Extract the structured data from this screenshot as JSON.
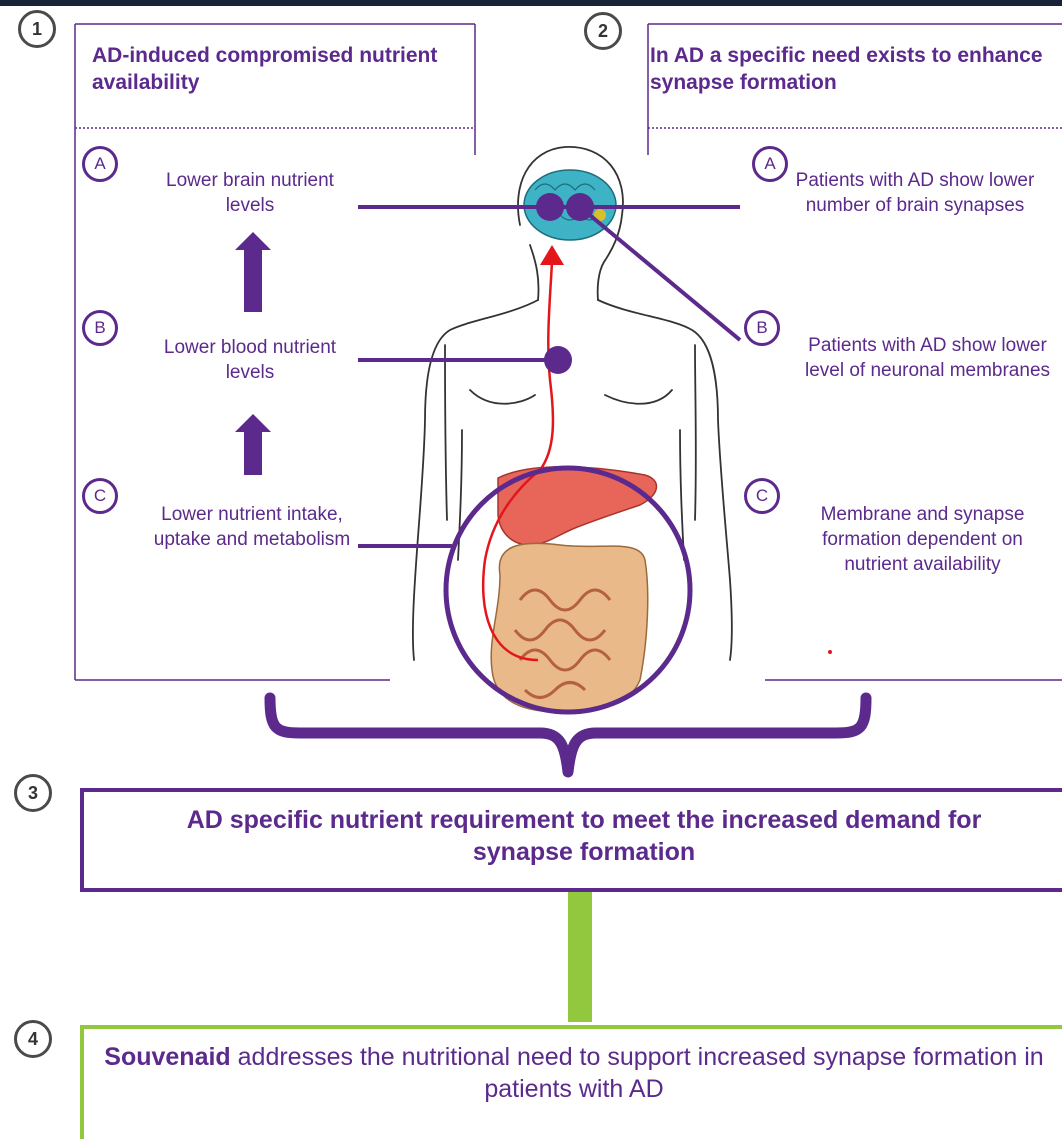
{
  "panel1": {
    "number": "1",
    "heading": "AD-induced compromised nutrient availability",
    "items": [
      {
        "letter": "A",
        "text": "Lower brain nutrient levels"
      },
      {
        "letter": "B",
        "text": "Lower blood nutrient levels"
      },
      {
        "letter": "C",
        "text": "Lower nutrient intake, uptake and metabolism"
      }
    ]
  },
  "panel2": {
    "number": "2",
    "heading": "In AD a specific need exists to enhance synapse formation",
    "items": [
      {
        "letter": "A",
        "text": "Patients with AD show lower number of brain synapses"
      },
      {
        "letter": "B",
        "text": "Patients with AD show lower level of neuronal membranes"
      },
      {
        "letter": "C",
        "text": "Membrane and synapse formation dependent  on nutrient availability"
      }
    ]
  },
  "box3": {
    "number": "3",
    "text": "AD specific nutrient requirement to meet the increased demand for synapse formation"
  },
  "box4": {
    "number": "4",
    "brand": "Souvenaid",
    "text": " addresses the nutritional need to support increased synapse formation in patients with AD"
  },
  "colors": {
    "purple": "#5b2a8c",
    "green": "#92c83e",
    "red_line": "#e3171b",
    "liver": "#e8655a",
    "intestine": "#e9b98a",
    "brain": "#3fb3c6"
  },
  "icons": [
    "human-body-illustration",
    "brain-icon",
    "liver-icon",
    "intestine-icon"
  ]
}
